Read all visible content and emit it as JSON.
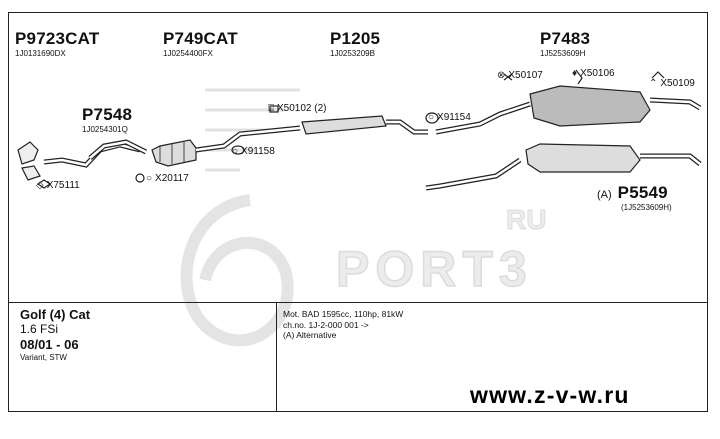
{
  "parts": {
    "p9723cat": {
      "number": "P9723CAT",
      "oem": "1J0131690DX"
    },
    "p749cat": {
      "number": "P749CAT",
      "oem": "1J0254400FX"
    },
    "p1205": {
      "number": "P1205",
      "oem": "1J0253209B"
    },
    "p7483": {
      "number": "P7483",
      "oem": "1J5253609H"
    },
    "p7548": {
      "number": "P7548",
      "oem": "1J0254301Q"
    },
    "p5549": {
      "prefix": "(A)",
      "number": "P5549",
      "oem": "(1J5253609H)"
    }
  },
  "accessories": {
    "x50107": "X50107",
    "x50106": "X50106",
    "x50109": "X50109",
    "x50102": "X50102 (2)",
    "x91154": "X91154",
    "x91158": "X91158",
    "x20117": "X20117",
    "x75111": "X75111"
  },
  "car": {
    "model": "Golf (4) Cat",
    "engine": "1.6 FSi",
    "years": "08/01 - 06",
    "body": "Variant, STW"
  },
  "spec": {
    "line1": "Mot. BAD 1595cc, 110hp, 81kW",
    "line2": "ch.no. 1J-2-000 001 ->",
    "line3": "(A) Alternative"
  },
  "watermark": {
    "main": "PORT3",
    "suffix": "RU"
  },
  "website": "www.z-v-w.ru"
}
